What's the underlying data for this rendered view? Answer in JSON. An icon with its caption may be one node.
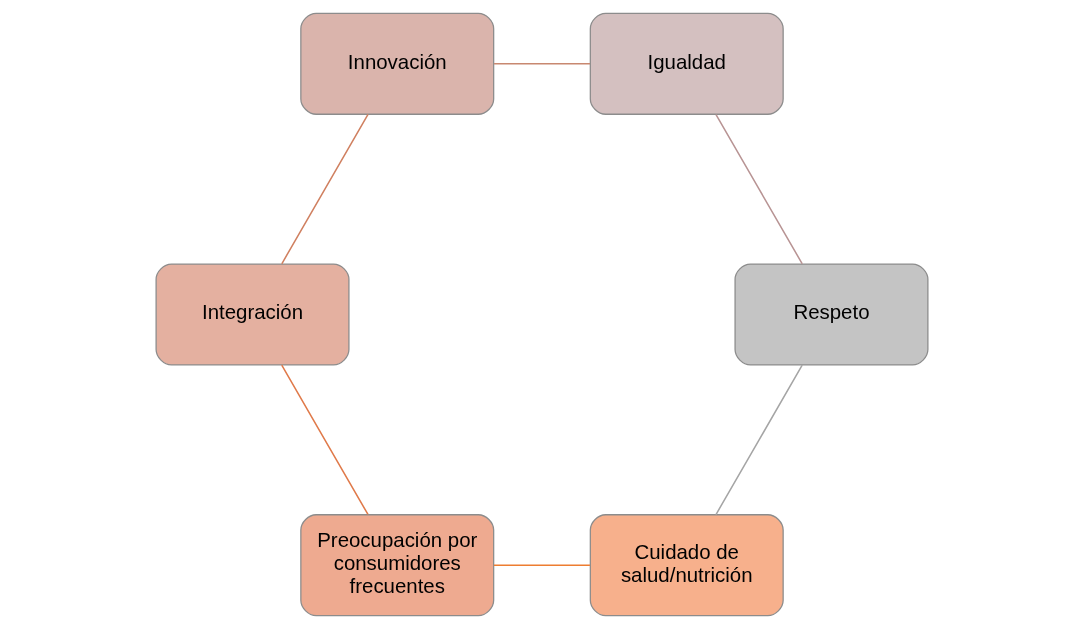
{
  "diagram": {
    "nodes": [
      {
        "text": [
          "Cuidado de salud/nutrición"
        ]
      },
      {
        "text": [
          "Preocupación por consumidores frecuentes"
        ]
      },
      {
        "text": [
          "Integración"
        ]
      },
      {
        "text": [
          "Innovación"
        ]
      },
      {
        "text": [
          "Igualdad"
        ]
      },
      {
        "text": [
          "Respeto"
        ]
      }
    ],
    "edges": [
      {
        "from": 0,
        "to": 1,
        "arrow": "none",
        "color": "#ed7d31"
      },
      {
        "from": 1,
        "to": 2,
        "arrow": "none",
        "color": "#e07a4a"
      },
      {
        "from": 2,
        "to": 3,
        "arrow": "none",
        "color": "#d08060"
      },
      {
        "from": 3,
        "to": 4,
        "arrow": "none",
        "color": "#c88870"
      },
      {
        "from": 4,
        "to": 5,
        "arrow": "none",
        "color": "#b89494"
      },
      {
        "from": 5,
        "to": 0,
        "arrow": "none",
        "color": "#a5a5a5"
      }
    ]
  }
}
